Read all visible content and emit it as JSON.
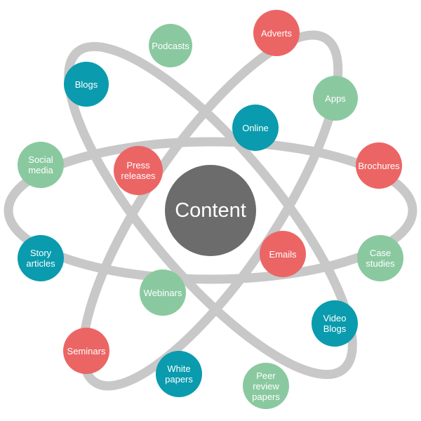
{
  "colors": {
    "green": "#8ac9a0",
    "teal": "#0a9bae",
    "red": "#ec6565",
    "center": "#6c6c6c",
    "orbit": "#c8c8c8"
  },
  "center": {
    "label": "Content"
  },
  "nodes": [
    {
      "id": "podcasts",
      "label": "Podcasts",
      "color": "green"
    },
    {
      "id": "adverts",
      "label": "Adverts",
      "color": "red"
    },
    {
      "id": "blogs",
      "label": "Blogs",
      "color": "teal"
    },
    {
      "id": "apps",
      "label": "Apps",
      "color": "green"
    },
    {
      "id": "online",
      "label": "Online",
      "color": "teal"
    },
    {
      "id": "social-media",
      "label": "Social\nmedia",
      "color": "green"
    },
    {
      "id": "press-releases",
      "label": "Press\nreleases",
      "color": "red"
    },
    {
      "id": "brochures",
      "label": "Brochures",
      "color": "red"
    },
    {
      "id": "story-articles",
      "label": "Story\narticles",
      "color": "teal"
    },
    {
      "id": "emails",
      "label": "Emails",
      "color": "red"
    },
    {
      "id": "case-studies",
      "label": "Case\nstudies",
      "color": "green"
    },
    {
      "id": "webinars",
      "label": "Webinars",
      "color": "green"
    },
    {
      "id": "video-blogs",
      "label": "Video\nBlogs",
      "color": "teal"
    },
    {
      "id": "seminars",
      "label": "Seminars",
      "color": "red"
    },
    {
      "id": "white-papers",
      "label": "White\npapers",
      "color": "teal"
    },
    {
      "id": "peer-review-papers",
      "label": "Peer\nreview\npapers",
      "color": "green"
    }
  ]
}
